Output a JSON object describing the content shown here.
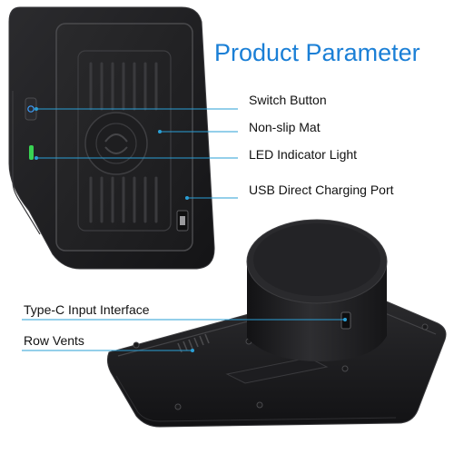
{
  "title": "Product Parameter",
  "callouts": {
    "switch_button": "Switch Button",
    "non_slip_mat": "Non-slip Mat",
    "led_indicator": "LED Indicator Light",
    "usb_port": "USB Direct Charging Port",
    "type_c": "Type-C Input Interface",
    "row_vents": "Row Vents"
  },
  "colors": {
    "title": "#1a7fd6",
    "leader_line": "#2a9fd6",
    "device_body": "#1c1c1e",
    "led": "#39d353",
    "switch_light": "#3fa0ff"
  }
}
